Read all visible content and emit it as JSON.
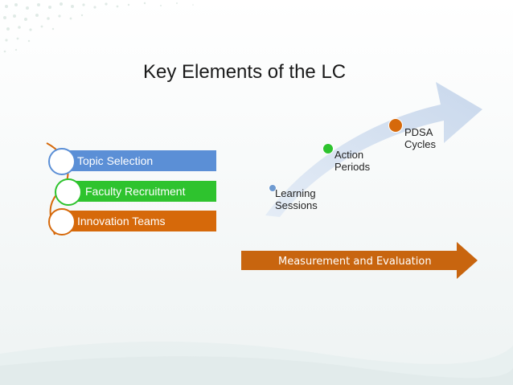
{
  "slide": {
    "title": "Key Elements of the LC"
  },
  "left_list": {
    "items": [
      {
        "label": "Topic Selection",
        "color": "#5b8fd6"
      },
      {
        "label": "Faculty Recruitment",
        "color": "#2ec32e"
      },
      {
        "label": "Innovation Teams",
        "color": "#d6690a"
      }
    ]
  },
  "process_arrow": {
    "color": "#d2deed",
    "steps": [
      {
        "label_line1": "Learning",
        "label_line2": "Sessions",
        "dot_color": "#6f9bd1"
      },
      {
        "label_line1": "Action",
        "label_line2": "Periods",
        "dot_color": "#2ec32e"
      },
      {
        "label_line1": "PDSA",
        "label_line2": "Cycles",
        "dot_color": "#d6690a"
      }
    ]
  },
  "bottom_arrow": {
    "label": "Measurement and Evaluation",
    "color": "#c8650f"
  }
}
